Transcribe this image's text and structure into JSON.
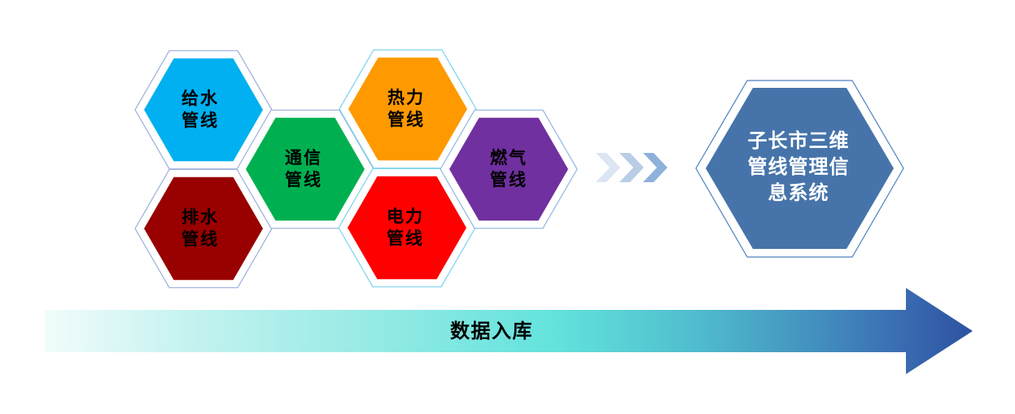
{
  "canvas": {
    "background": "#FFFFFF"
  },
  "pipelines": [
    {
      "lines": [
        "给水",
        "管线"
      ],
      "fill": "#00B0F0",
      "outline": "#9AAEDB"
    },
    {
      "lines": [
        "排水",
        "管线"
      ],
      "fill": "#990000",
      "outline": "#9AAEDB"
    },
    {
      "lines": [
        "通信",
        "管线"
      ],
      "fill": "#00B050",
      "outline": "#9AAEDB"
    },
    {
      "lines": [
        "热力",
        "管线"
      ],
      "fill": "#FF9900",
      "outline": "#79D2EE"
    },
    {
      "lines": [
        "电力",
        "管线"
      ],
      "fill": "#FF0000",
      "outline": "#79D2EE"
    },
    {
      "lines": [
        "燃气",
        "管线"
      ],
      "fill": "#7030A0",
      "outline": "#8DB6E0"
    }
  ],
  "flow_chevrons": [
    {
      "color": "#DCE6F2"
    },
    {
      "color": "#B9CDE5"
    },
    {
      "color": "#8EB1DA"
    }
  ],
  "target_system": {
    "lines": [
      "子长市三维",
      "管线管理信",
      "息系统"
    ],
    "fill": "#4674AA",
    "outline": "#4F81BD"
  },
  "process_arrow": {
    "label": "数据入库",
    "gradient": [
      "#F2FCFC",
      "#C6F3F0",
      "#97EAE5",
      "#62E3DC",
      "#50BDCE",
      "#4494C0",
      "#3A6DB2",
      "#2D52A2"
    ]
  }
}
